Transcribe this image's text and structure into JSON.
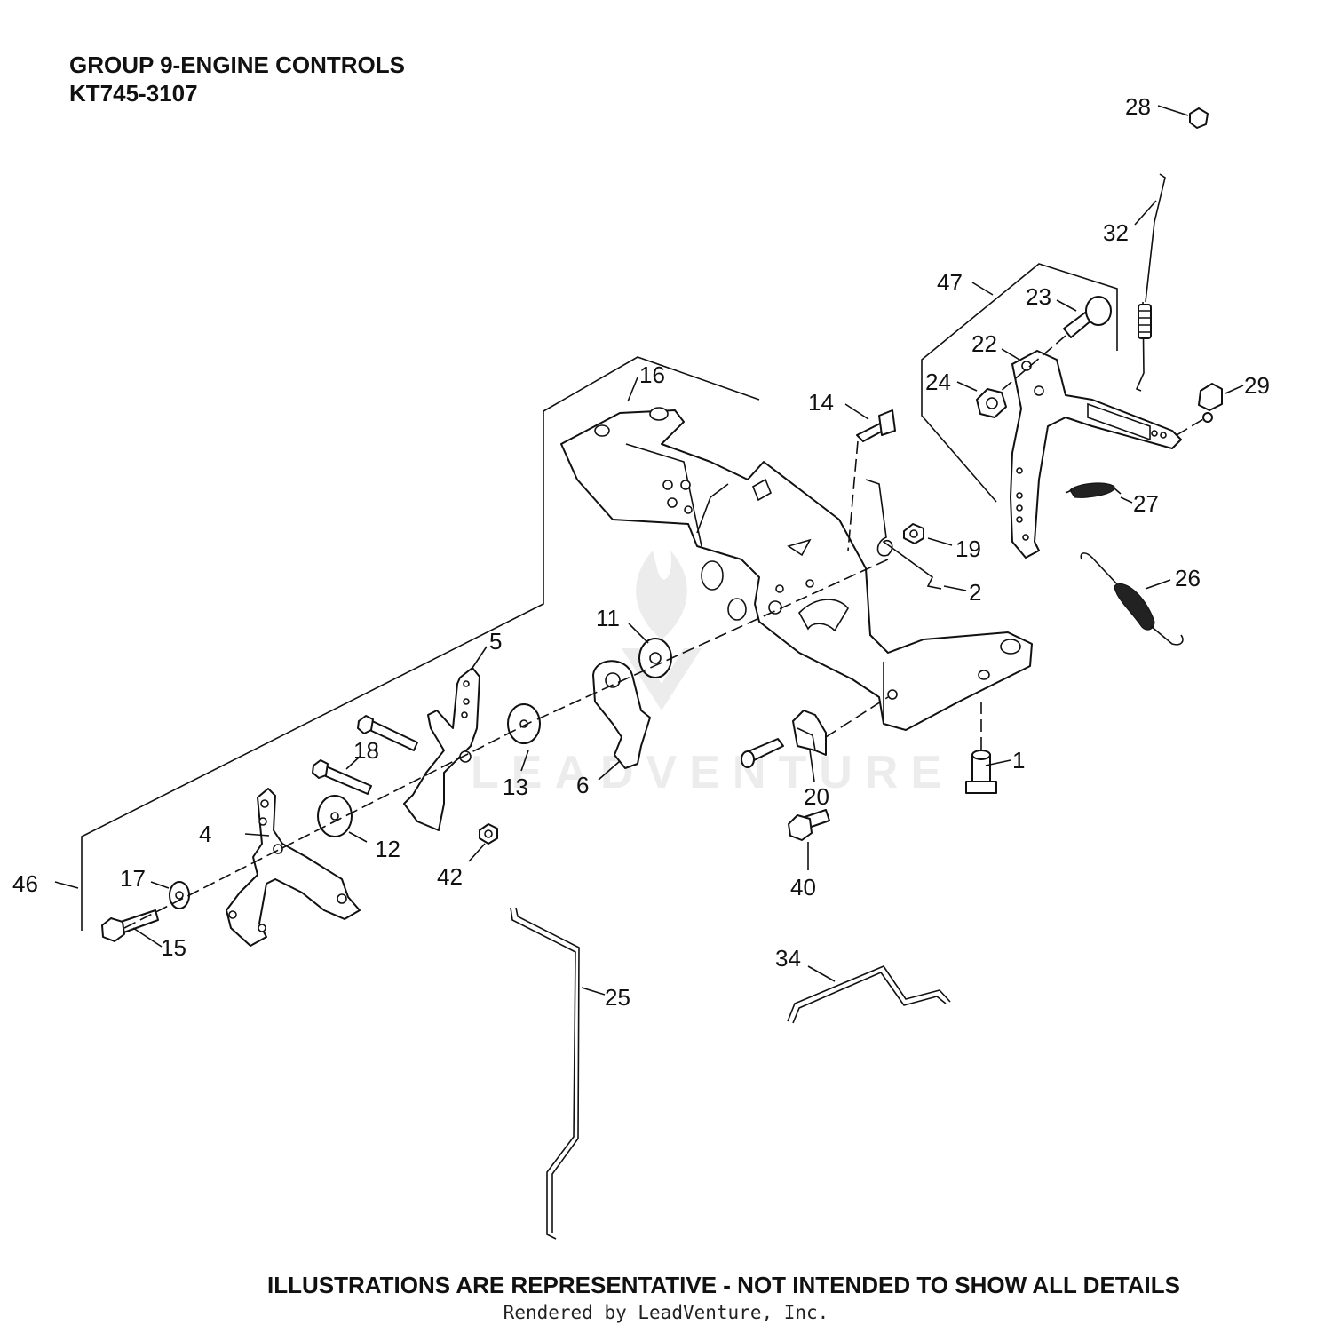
{
  "header": {
    "group_title": "GROUP 9-ENGINE CONTROLS",
    "model": "KT745-3107"
  },
  "footer": {
    "disclaimer": "ILLUSTRATIONS ARE REPRESENTATIVE - NOT INTENDED TO SHOW ALL DETAILS",
    "credit": "Rendered by LeadVenture, Inc."
  },
  "watermark": "LEADVENTURE",
  "callouts": [
    "1",
    "2",
    "4",
    "5",
    "6",
    "11",
    "12",
    "13",
    "14",
    "15",
    "16",
    "17",
    "18",
    "19",
    "20",
    "22",
    "23",
    "24",
    "25",
    "26",
    "27",
    "28",
    "29",
    "32",
    "34",
    "40",
    "42",
    "46",
    "47"
  ]
}
